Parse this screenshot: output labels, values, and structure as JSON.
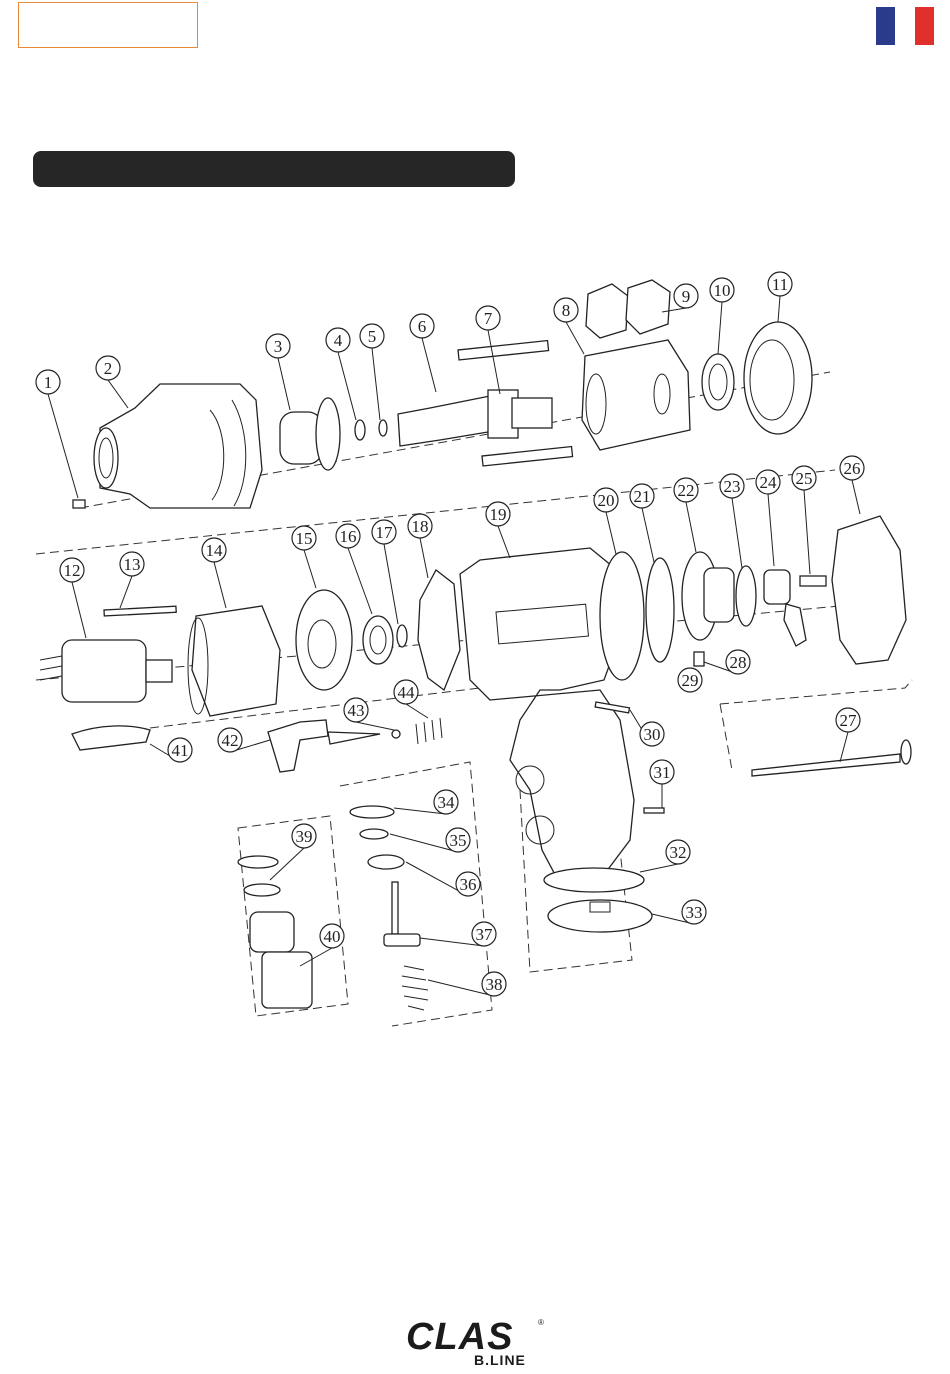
{
  "flag": {
    "colors": [
      "#2b3b8c",
      "#ffffff",
      "#e0302b"
    ]
  },
  "header": {
    "accent_border": "#e8893a",
    "bar_color": "#262626"
  },
  "diagram": {
    "callouts": [
      "1",
      "2",
      "3",
      "4",
      "5",
      "6",
      "7",
      "8",
      "9",
      "10",
      "11",
      "12",
      "13",
      "14",
      "15",
      "16",
      "17",
      "18",
      "19",
      "20",
      "21",
      "22",
      "23",
      "24",
      "25",
      "26",
      "27",
      "28",
      "29",
      "30",
      "31",
      "32",
      "33",
      "34",
      "35",
      "36",
      "37",
      "38",
      "39",
      "40",
      "41",
      "42",
      "43",
      "44"
    ]
  },
  "logo": {
    "main": "CLAS",
    "sub": "B.LINE",
    "reg": "®"
  }
}
